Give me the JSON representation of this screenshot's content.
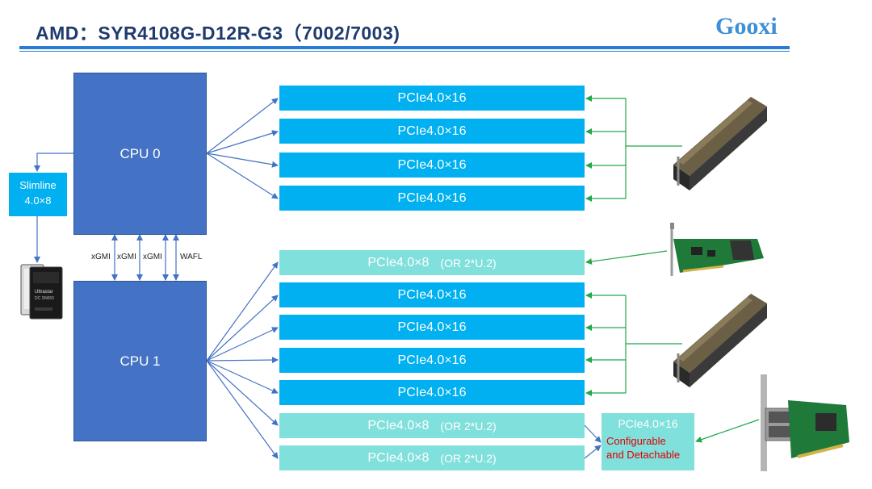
{
  "header": {
    "title": "AMD：SYR4108G-D12R-G3（7002/7003)",
    "logo": "Gooxi"
  },
  "cpus": [
    {
      "label": "CPU 0"
    },
    {
      "label": "CPU 1"
    }
  ],
  "interconnect": {
    "links": [
      "xGMI",
      "xGMI",
      "xGMI",
      "WAFL"
    ]
  },
  "storage": {
    "slimline_line1": "Slimline",
    "slimline_line2": "4.0×8",
    "drive_brand": "Ultrastar",
    "drive_model": "DC SN650"
  },
  "slots": {
    "x16_label": "PCIe4.0×16",
    "x8_label": "PCIe4.0×8",
    "x8_alt": "(OR 2*U.2)"
  },
  "ocp": {
    "label": "PCIe4.0×16",
    "note_line1": "Configurable",
    "note_line2": "and Detachable"
  },
  "colors": {
    "cpu": "#4472c4",
    "x16": "#00b0f0",
    "x8": "#7fe0dc",
    "cpu_link": "#4472c4",
    "card_link": "#22a84a",
    "note": "#e00000"
  },
  "icons": [
    "gpu-card-icon",
    "raid-card-icon",
    "nvme-ssd-icon",
    "network-card-icon"
  ]
}
